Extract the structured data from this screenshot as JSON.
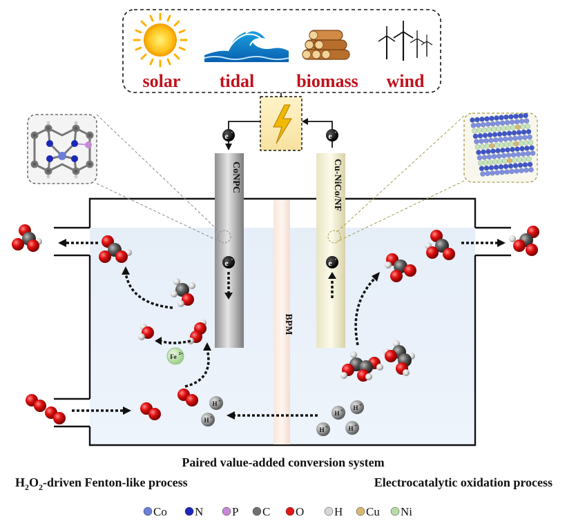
{
  "energy_sources": [
    {
      "label": "solar",
      "icon": "sun-icon"
    },
    {
      "label": "tidal",
      "icon": "wave-icon"
    },
    {
      "label": "biomass",
      "icon": "logs-icon"
    },
    {
      "label": "wind",
      "icon": "wind-turbine-icon"
    }
  ],
  "electrodes": {
    "cathode": "CoNPC",
    "anode": "Cu-NiCo/NF",
    "membrane": "BPM"
  },
  "electron": "e",
  "electron_sup": "-",
  "ions": {
    "fe": "Fe",
    "fe_sup": "2+",
    "h": "H",
    "h_sup": "+"
  },
  "captions": {
    "system": "Paired value-added conversion system",
    "left_h": "H",
    "left_sub2": "2",
    "left_o": "O",
    "left_rest": "-driven Fenton-like process",
    "right": "Electrocatalytic oxidation process"
  },
  "legend": [
    {
      "label": "Co",
      "color": "#6c7fd8"
    },
    {
      "label": "N",
      "color": "#1c28b8"
    },
    {
      "label": "P",
      "color": "#c888d8"
    },
    {
      "label": "C",
      "color": "#707070"
    },
    {
      "label": "O",
      "color": "#e01818"
    },
    {
      "label": "H",
      "color": "#d8d8d8"
    },
    {
      "label": "Cu",
      "color": "#d8b870"
    },
    {
      "label": "Ni",
      "color": "#b8dca8"
    }
  ]
}
